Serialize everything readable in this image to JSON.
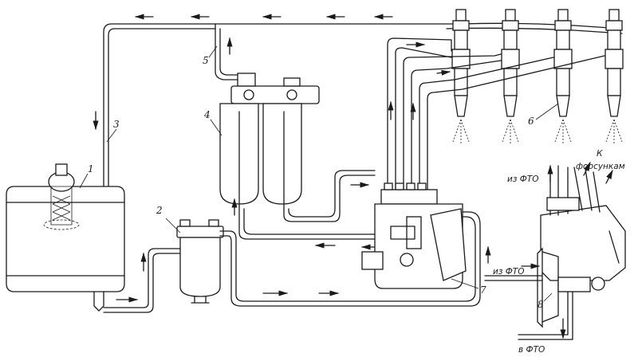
{
  "labels": {
    "tank": "1",
    "coarse_filter": "2",
    "return_pipe": "3",
    "fine_filter": "4",
    "overflow_pipe": "5",
    "injector": "6",
    "pump": "7",
    "pump_side": "8"
  },
  "captions": {
    "from_fto": "из ФТО",
    "to_injectors_k": "К",
    "to_injectors": "форсункам",
    "from_fto_2": "из ФТО",
    "to_fto": "в ФТО"
  }
}
